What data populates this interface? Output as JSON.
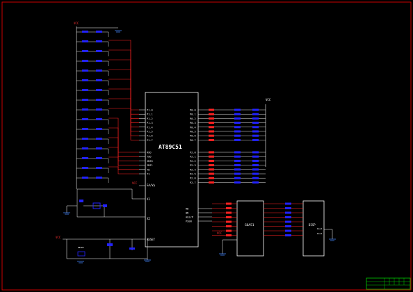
{
  "drawing": {
    "background": "#000000",
    "frame_color": "#cc0000",
    "wire_color": "#ff2222",
    "part_color": "#ffffff",
    "component_color": "#2222ff",
    "label_color": "#ff3333",
    "ground_color": "#4488ff",
    "titleblock_color": "#00cc00"
  },
  "mcu": {
    "title": "AT89C51",
    "left_pins_top": [
      "P1.0",
      "P1.1",
      "P1.2",
      "P1.3",
      "P1.4",
      "P1.5",
      "P1.6",
      "P1.7"
    ],
    "left_pins_mid": [
      "RXD",
      "TXD",
      "INT0",
      "INT1",
      "T0",
      "T1"
    ],
    "ea": "EA/Vp",
    "x1": "X1",
    "x2": "X2",
    "reset": "RESET",
    "right_pins_top": [
      "P0.0",
      "P0.1",
      "P0.2",
      "P0.3",
      "P0.4",
      "P0.5",
      "P0.6",
      "P0.7"
    ],
    "right_pins_mid": [
      "P2.0",
      "P2.1",
      "P2.2",
      "P2.3",
      "P2.4",
      "P2.5",
      "P2.6",
      "P2.7"
    ],
    "bottom_right_pins": [
      "RD",
      "WR",
      "ALE/P",
      "PSEN"
    ]
  },
  "latch": {
    "title": "G6A51"
  },
  "display": {
    "title": "DISP",
    "pins": [
      "Dout",
      "Dout"
    ]
  },
  "labels": {
    "vcc_top_left": "VCC",
    "vcc_right": "VCC",
    "vcc_ea": "VCC",
    "vcc_latch": "VCC",
    "vcc_reset": "VCC",
    "reset_part": "RESET"
  }
}
